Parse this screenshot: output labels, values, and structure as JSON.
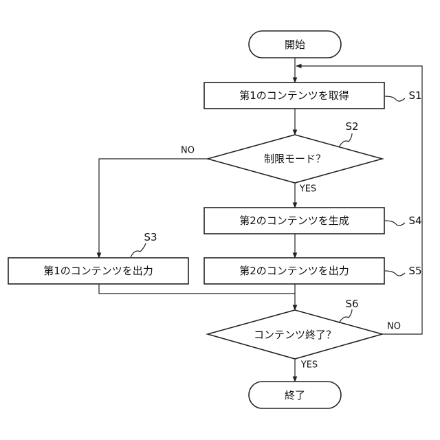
{
  "flowchart": {
    "nodes": {
      "start": "開始",
      "s1": "第1のコンテンツを取得",
      "s2": "制限モード？",
      "s3": "第1のコンテンツを出力",
      "s4": "第2のコンテンツを生成",
      "s5": "第2のコンテンツを出力",
      "s6": "コンテンツ終了？",
      "end": "終了"
    },
    "step_labels": {
      "s1": "S1",
      "s2": "S2",
      "s3": "S3",
      "s4": "S4",
      "s5": "S5",
      "s6": "S6"
    },
    "branches": {
      "s2_yes": "YES",
      "s2_no": "NO",
      "s6_yes": "YES",
      "s6_no": "NO"
    }
  }
}
